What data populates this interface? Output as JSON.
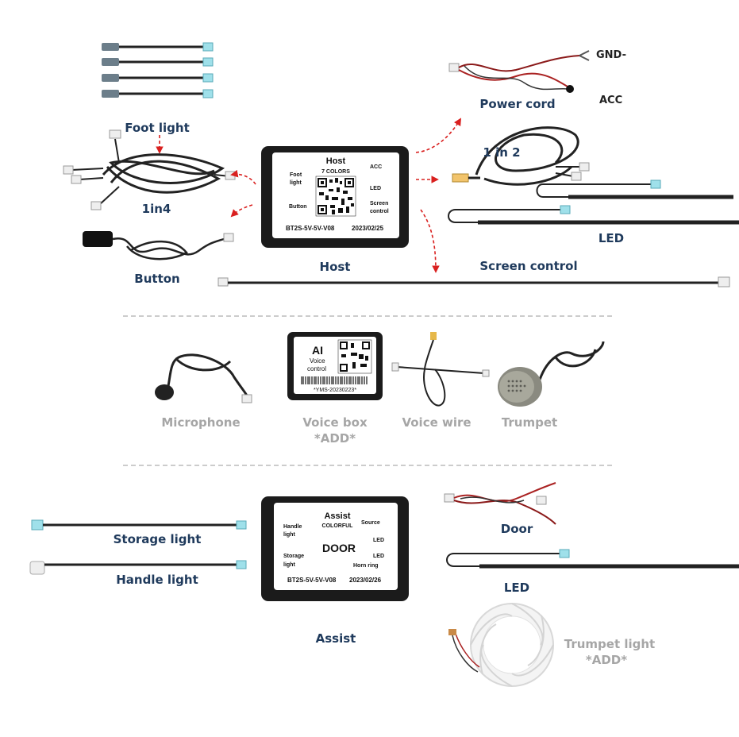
{
  "labels": {
    "foot_light": "Foot light",
    "one_in_four": "1in4",
    "button": "Button",
    "host": "Host",
    "power_cord": "Power cord",
    "gnd": "GND-",
    "acc": "ACC",
    "one_in_two": "1 in 2",
    "led_top": "LED",
    "screen_control": "Screen control",
    "microphone": "Microphone",
    "voice_box": "Voice box",
    "voice_box_add": "*ADD*",
    "voice_wire": "Voice wire",
    "trumpet": "Trumpet",
    "storage_light": "Storage light",
    "handle_light": "Handle light",
    "assist": "Assist",
    "door": "Door",
    "led_bottom": "LED",
    "trumpet_light": "Trumpet light",
    "trumpet_light_add": "*ADD*"
  },
  "host_box": {
    "title": "Host",
    "subtitle": "7 COLORS",
    "left_top": "Foot",
    "left_top2": "light",
    "left_bottom": "Button",
    "right_top": "ACC",
    "right_mid": "LED",
    "right_bottom": "Screen",
    "right_bottom2": "control",
    "model": "BT2S-5V-5V-V08",
    "date": "2023/02/25"
  },
  "voice_box_label": {
    "title": "AI",
    "line1": "Voice",
    "line2": "control",
    "barcode": "*YMS-20230223*"
  },
  "assist_box": {
    "title": "Assist",
    "subtitle": "COLORFUL",
    "center": "DOOR",
    "left_top": "Handle",
    "left_top2": "light",
    "left_bottom": "Storage",
    "left_bottom2": "light",
    "right_top": "Source",
    "right_mid1": "LED",
    "right_mid2": "LED",
    "right_bottom": "Horn ring",
    "model": "BT2S-5V-5V-V08",
    "date": "2023/02/26"
  },
  "colors": {
    "label_blue": "#1f3a5c",
    "label_gray": "#a6a6a6",
    "arrow_red": "#d9201f",
    "box_black": "#1b1b1b",
    "connector_cyan": "#9fe0ea"
  }
}
